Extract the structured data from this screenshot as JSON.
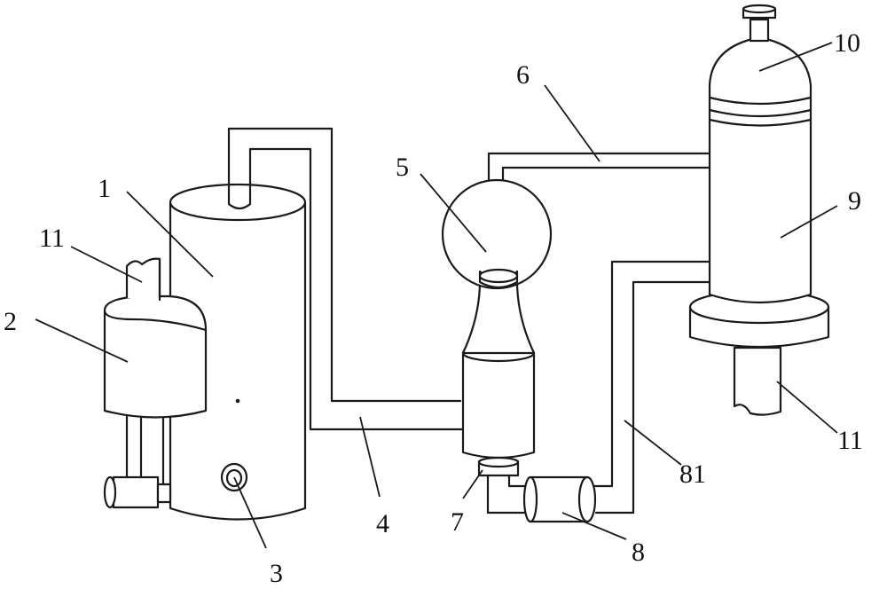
{
  "labels": {
    "tank": "1",
    "sleeve": "2",
    "port": "3",
    "pipe_main": "4",
    "flask": "5",
    "pipe_top": "6",
    "coupling": "7",
    "pump": "8",
    "column": "9",
    "cap": "10",
    "stub_left": "11",
    "stub_right": "11",
    "return_pipe": "81"
  },
  "colors": {
    "stroke": "#1a1a1a",
    "fill": "#ffffff",
    "text": "#111111"
  }
}
